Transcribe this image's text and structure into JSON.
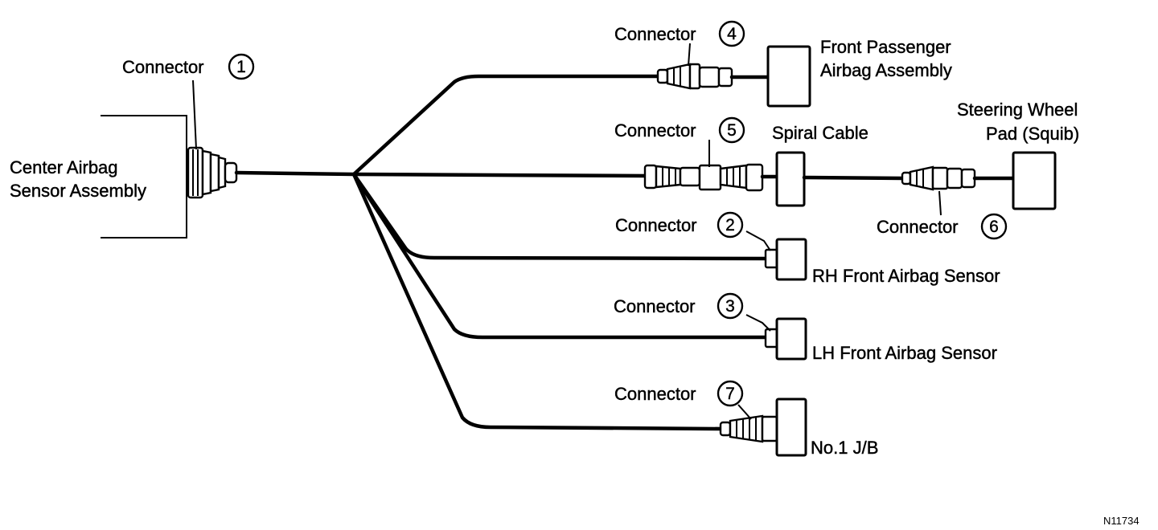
{
  "connector_word": "Connector",
  "components": {
    "center_sensor_line1": "Center Airbag",
    "center_sensor_line2": "Sensor Assembly",
    "front_passenger_line1": "Front Passenger",
    "front_passenger_line2": "Airbag Assembly",
    "spiral_cable": "Spiral Cable",
    "steering_line1": "Steering Wheel",
    "steering_line2": "Pad (Squib)",
    "rh_sensor": "RH Front Airbag Sensor",
    "lh_sensor": "LH Front Airbag Sensor",
    "junction_block": "No.1 J/B"
  },
  "connectors": {
    "c1": "1",
    "c2": "2",
    "c3": "3",
    "c4": "4",
    "c5": "5",
    "c6": "6",
    "c7": "7"
  },
  "figure_code": "N11734"
}
